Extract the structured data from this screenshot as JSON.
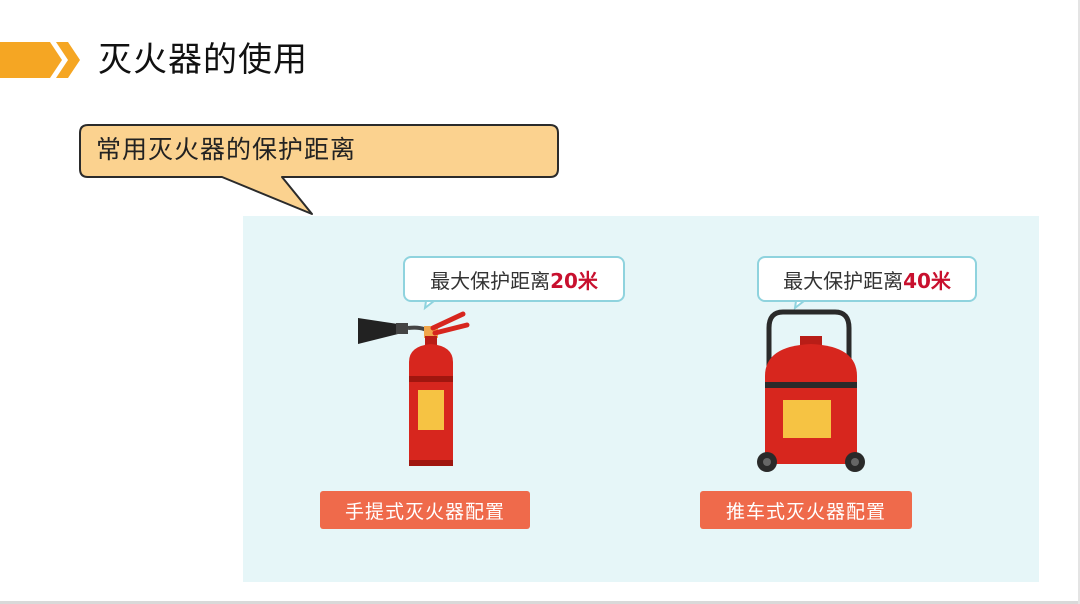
{
  "header": {
    "title": "灭火器的使用"
  },
  "callout": {
    "text": "常用灭火器的保护距离"
  },
  "panel": {
    "left_item": {
      "range_prefix": "最大保护距离",
      "range_value": "20米",
      "label": "手提式灭火器配置",
      "icon": "handheld-extinguisher-icon"
    },
    "right_item": {
      "range_prefix": "最大保护距离",
      "range_value": "40米",
      "label": "推车式灭火器配置",
      "icon": "wheeled-extinguisher-icon"
    }
  },
  "colors": {
    "accent_orange": "#f5a623",
    "callout_fill": "#fbd28f",
    "panel_bg": "#e6f6f8",
    "label_bg": "#ef6a4b",
    "extinguisher_red": "#d7261e",
    "highlight_number": "#c8102e"
  }
}
